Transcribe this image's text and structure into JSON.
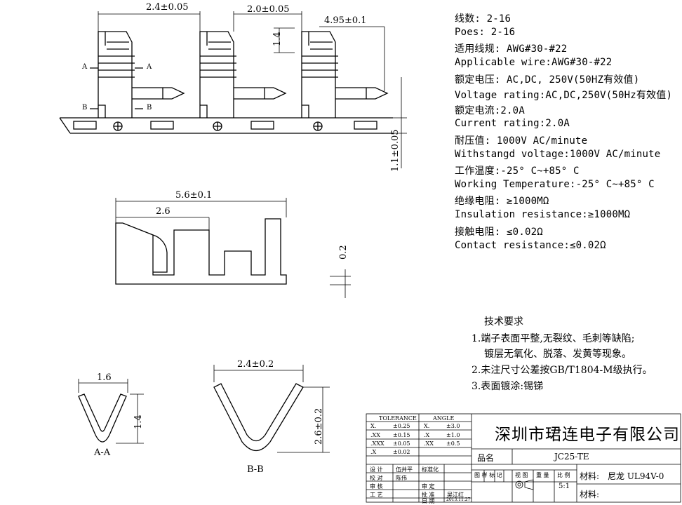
{
  "specs": [
    "线数: 2-16",
    "Poes: 2-16",
    "适用线规: AWG#30-#22",
    "Applicable wire:AWG#30-#22",
    "额定电压: AC,DC, 250V(50HZ有效值)",
    "Voltage rating:AC,DC,250V(50Hz有效值)",
    "额定电流:2.0A",
    "Current rating:2.0A",
    "耐压值: 1000V AC/minute",
    "Withstangd voltage:1000V AC/minute",
    "工作温度:-25° C~+85° C",
    "Working Temperature:-25° C~+85° C",
    "绝缘电阻: ≥1000MΩ",
    "Insulation resistance:≥1000MΩ",
    "接触电阻: ≤0.02Ω",
    "Contact resistance:≤0.02Ω"
  ],
  "tech": {
    "title": "技术要求",
    "items": [
      "1.端子表面平整,无裂纹、毛刺等缺陷;",
      "镀层无氧化、脱落、发黄等现象。",
      "2.未注尺寸公差按GB/T1804-M级执行。",
      "3.表面镀涂:锡锑"
    ]
  },
  "dims": {
    "top_pitch": "2.4±0.05",
    "top_gap": "2.0±0.05",
    "top_width": "4.95±0.1",
    "top_h1": "1.4",
    "top_h2": "1.1±0.05",
    "side_total": "5.6±0.1",
    "side_part": "2.6",
    "side_thick": "0.2",
    "aa_width": "1.6",
    "aa_height": "1.4",
    "bb_width": "2.4±0.2",
    "bb_height": "2.6±0.2"
  },
  "labels": {
    "a_left": "A",
    "a_right": "A",
    "b_left": "B",
    "b_right": "B",
    "section_aa": "A-A",
    "section_bb": "B-B"
  },
  "titleblock": {
    "tolerance_header": "TOLERANCE",
    "angle_header": "ANGLE",
    "tol_rows": [
      {
        "k": "X.",
        "v": "±0.25",
        "ak": "X.",
        "av": "±3.0"
      },
      {
        "k": ".XX",
        "v": "±0.15",
        "ak": ".X",
        "av": "±1.0"
      },
      {
        "k": ".XXX",
        "v": "±0.05",
        "ak": ".XX",
        "av": "±0.5"
      },
      {
        "k": ".X",
        "v": "±0.02",
        "ak": "",
        "av": ""
      }
    ],
    "company": "深圳市珺连电子有限公司",
    "product_label": "品名",
    "product_name": "JC25-TE",
    "row_labels": [
      "设 计",
      "校 对",
      "审 核",
      "工 艺"
    ],
    "row_names": [
      "伍井平",
      "陈伟",
      "",
      ""
    ],
    "mid_labels": [
      "标准化",
      "审 定",
      "批 准",
      "日 期"
    ],
    "approver": "吴江红",
    "date": "2013.11.27",
    "mark_headers": [
      "图 样 标 记",
      "视 图",
      "重 量",
      "比 例"
    ],
    "scale": "5:1",
    "material_label1": "材料:",
    "material_value": "尼龙 UL94V-0",
    "material_label2": "材料:"
  }
}
